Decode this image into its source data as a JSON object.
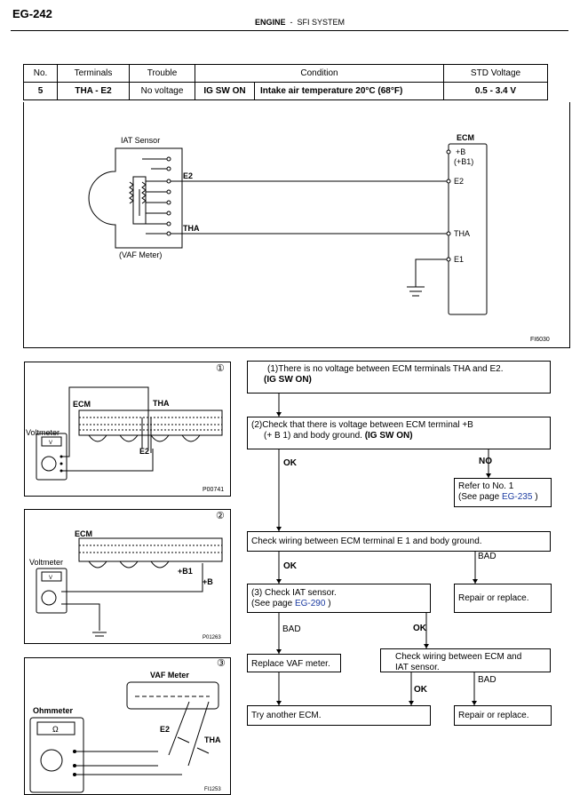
{
  "header": {
    "page": "EG-242",
    "section": "ENGINE",
    "separator": "-",
    "subsection": "SFI SYSTEM"
  },
  "table": {
    "headers": [
      "No.",
      "Terminals",
      "Trouble",
      "Condition",
      "STD Voltage"
    ],
    "row": {
      "no": "5",
      "terminals": "THA - E2",
      "trouble": "No voltage",
      "switch": "IG SW ON",
      "condition": "Intake air temperature 20°C (68°F)",
      "voltage": "0.5 - 3.4 V"
    }
  },
  "circuit": {
    "iat_label": "IAT Sensor",
    "vaf_label": "(VAF Meter)",
    "e2": "E2",
    "tha": "THA",
    "ecm": "ECM",
    "ecm_b": "+B",
    "ecm_b1": "(+B1)",
    "ecm_e2": "E2",
    "ecm_tha": "THA",
    "ecm_e1": "E1",
    "fig_id": "FI6030"
  },
  "fig1": {
    "num": "①",
    "ecm": "ECM",
    "tha": "THA",
    "voltmeter": "Voltmeter",
    "meter_face": "V",
    "e2": "E2",
    "id": "P00741"
  },
  "fig2": {
    "num": "②",
    "ecm": "ECM",
    "voltmeter": "Voltmeter",
    "meter_face": "V",
    "b1": "+B1",
    "b": "+B",
    "id": "P01263"
  },
  "fig3": {
    "num": "③",
    "vaf": "VAF Meter",
    "ohmmeter": "Ohmmeter",
    "meter_face": "Ω",
    "e2": "E2",
    "tha": "THA",
    "id": "FI1253"
  },
  "flow": {
    "s1_line1": "(1)There is no voltage between ECM terminals THA and E2.",
    "s1_line2": "(IG SW ON)",
    "s2_line1": "(2)Check that there is voltage between ECM terminal +B",
    "s2_line2_pre": "(+ B 1) and body ground.",
    "s2_line2_bold": "(IG SW ON)",
    "ok1": "OK",
    "no1": "NO",
    "ref1_line1": "Refer to No. 1",
    "ref1_pre": "(See page",
    "ref1_link": "EG-235",
    "ref1_post": ")",
    "s3": "Check wiring between ECM terminal E 1 and body ground.",
    "ok2": "OK",
    "bad1": "BAD",
    "s4_line1": "(3) Check IAT sensor.",
    "s4_pre": "(See page",
    "s4_link": "EG-290",
    "s4_post": ")",
    "repair1": "Repair or replace.",
    "bad2": "BAD",
    "ok3": "OK",
    "replace_vaf": "Replace VAF meter.",
    "s5_line1": "Check wiring between ECM and",
    "s5_line2": "IAT sensor.",
    "ok4": "OK",
    "bad3": "BAD",
    "try_ecm": "Try another ECM.",
    "repair2": "Repair or replace."
  }
}
